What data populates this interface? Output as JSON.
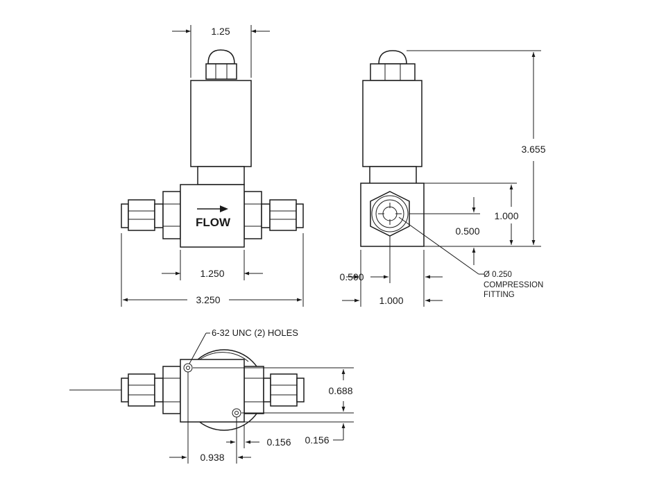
{
  "labels": {
    "flow": "FLOW",
    "hole_note": "6-32 UNC (2) HOLES",
    "fitting_dia": "Ø 0.250",
    "fitting_line1": "COMPRESSION",
    "fitting_line2": "FITTING"
  },
  "dimensions": {
    "coil_width": "1.25",
    "body_width": "1.250",
    "overall_length": "3.250",
    "overall_height": "3.655",
    "body_height": "1.000",
    "port_height": "0.500",
    "port_offset": "0.500",
    "side_width": "1.000",
    "hole_spacing_y": "0.688",
    "hole_offset_x": "0.156",
    "hole_offset_y": "0.156",
    "hole_spacing_x": "0.938"
  },
  "colors": {
    "line": "#1a1a1a",
    "background": "#ffffff"
  }
}
